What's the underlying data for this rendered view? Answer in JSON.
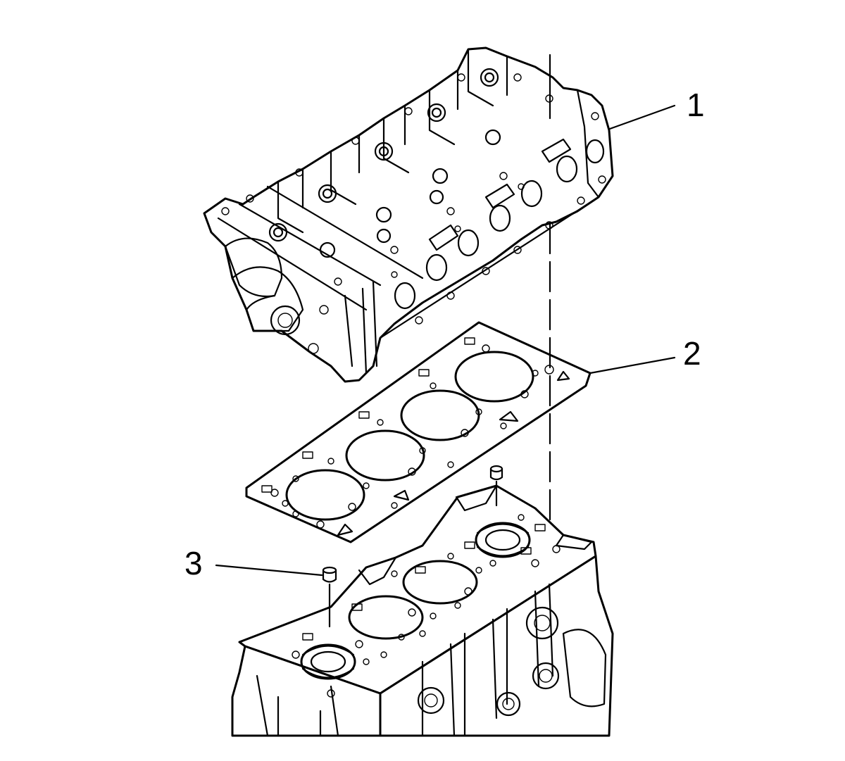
{
  "diagram": {
    "callouts": [
      {
        "id": "1",
        "label": "1",
        "part": "cylinder-head"
      },
      {
        "id": "2",
        "label": "2",
        "part": "head-gasket"
      },
      {
        "id": "3",
        "label": "3",
        "part": "dowel-pin"
      }
    ],
    "colors": {
      "line": "#000000",
      "background": "#ffffff"
    }
  }
}
